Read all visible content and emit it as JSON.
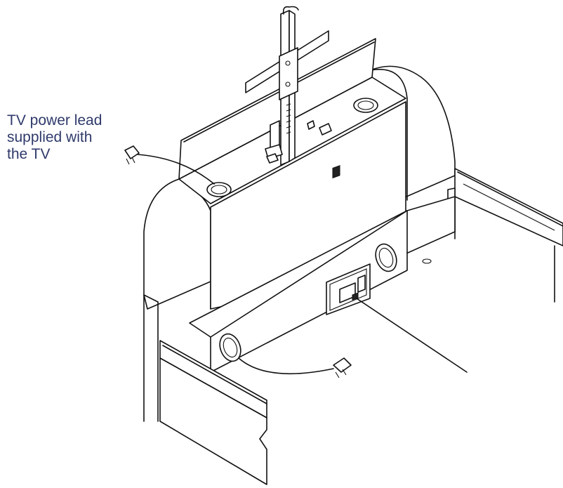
{
  "callout": {
    "lines": [
      "TV power lead",
      "supplied with",
      "the TV"
    ],
    "color": "#2f3a6b"
  },
  "icons": [
    "tv-lift-mechanism-icon",
    "plug-icon",
    "socket-panel-icon",
    "cable-hole-icon"
  ]
}
